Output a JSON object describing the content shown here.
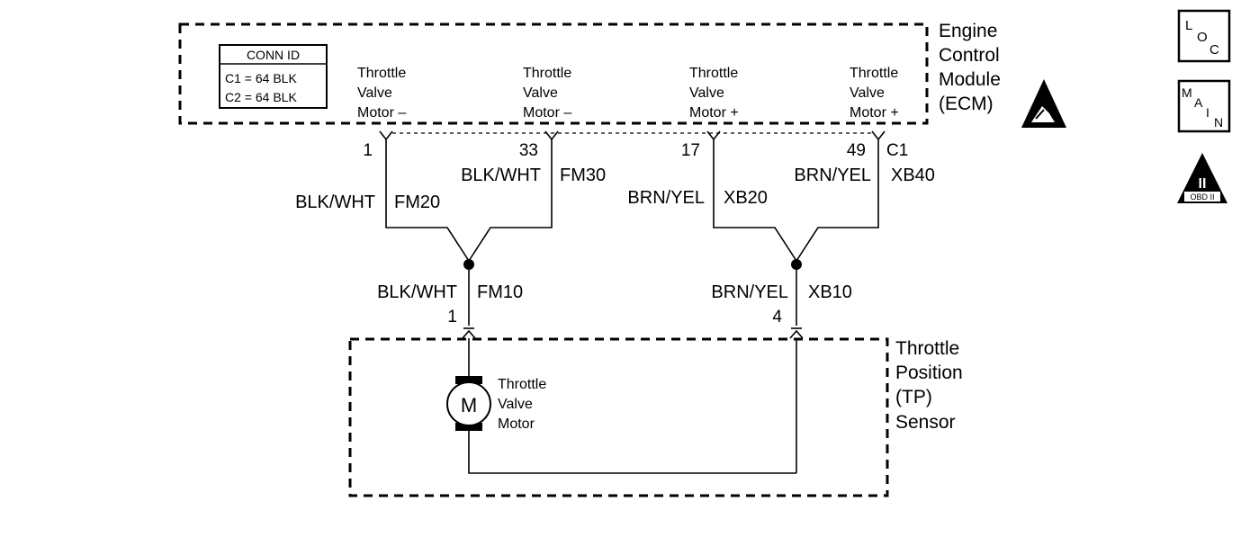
{
  "ecm": {
    "label_lines": [
      "Engine",
      "Control",
      "Module",
      "(ECM)"
    ],
    "conn_id": {
      "title": "CONN ID",
      "rows": [
        "C1 = 64 BLK",
        "C2 = 64 BLK"
      ]
    },
    "terminals": [
      {
        "label_lines": [
          "Throttle",
          "Valve",
          "Motor –"
        ],
        "pin": "1"
      },
      {
        "label_lines": [
          "Throttle",
          "Valve",
          "Motor –"
        ],
        "pin": "33"
      },
      {
        "label_lines": [
          "Throttle",
          "Valve",
          "Motor +"
        ],
        "pin": "17"
      },
      {
        "label_lines": [
          "Throttle",
          "Valve",
          "Motor +"
        ],
        "pin": "49"
      }
    ],
    "connector_label": "C1"
  },
  "wires": [
    {
      "color": "BLK/WHT",
      "circuit": "FM20"
    },
    {
      "color": "BLK/WHT",
      "circuit": "FM30"
    },
    {
      "color": "BRN/YEL",
      "circuit": "XB20"
    },
    {
      "color": "BRN/YEL",
      "circuit": "XB40"
    },
    {
      "color": "BLK/WHT",
      "circuit": "FM10"
    },
    {
      "color": "BRN/YEL",
      "circuit": "XB10"
    }
  ],
  "tp_sensor": {
    "label_lines": [
      "Throttle",
      "Position",
      "(TP)",
      "Sensor"
    ],
    "pins": [
      "1",
      "4"
    ],
    "motor": {
      "symbol": "M",
      "label_lines": [
        "Throttle",
        "Valve",
        "Motor"
      ]
    }
  },
  "icons": {
    "loc": {
      "letters": [
        "L",
        "O",
        "C"
      ]
    },
    "main": {
      "letters": [
        "M",
        "A",
        "I",
        "N"
      ]
    },
    "obd": {
      "numeral": "II",
      "label": "OBD II"
    },
    "esd": "esd-warning-icon"
  }
}
